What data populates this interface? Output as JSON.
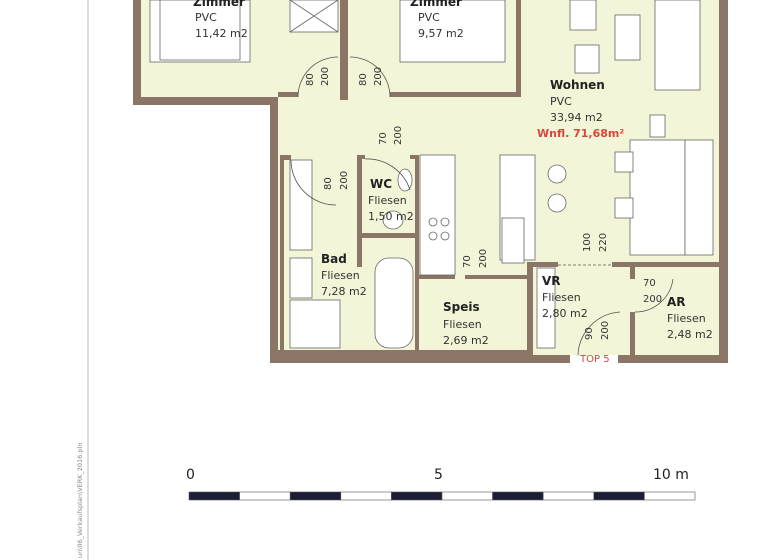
{
  "colors": {
    "floor": "#f3f5d8",
    "wall": "#8a7566",
    "accent": "#d9453a",
    "scale_dark": "#1d1d35"
  },
  "file_path": "un\\06_Verkaufsplan\\VERK_2016.pln",
  "rooms": {
    "zimmer1": {
      "name": "Zimmer",
      "floor": "PVC",
      "area": "11,42 m2"
    },
    "zimmer2": {
      "name": "Zimmer",
      "floor": "PVC",
      "area": "9,57 m2"
    },
    "wohnen": {
      "name": "Wohnen",
      "floor": "PVC",
      "area": "33,94 m2"
    },
    "wc": {
      "name": "WC",
      "floor": "Fliesen",
      "area": "1,50 m2"
    },
    "bad": {
      "name": "Bad",
      "floor": "Fliesen",
      "area": "7,28 m2"
    },
    "speis": {
      "name": "Speis",
      "floor": "Fliesen",
      "area": "2,69 m2"
    },
    "vr": {
      "name": "VR",
      "floor": "Fliesen",
      "area": "2,80 m2"
    },
    "ar": {
      "name": "AR",
      "floor": "Fliesen",
      "area": "2,48 m2"
    }
  },
  "total_area": "Wnfl. 71,68m²",
  "unit_label": "TOP 5",
  "doors": [
    {
      "w": "80",
      "h": "200"
    },
    {
      "w": "80",
      "h": "200"
    },
    {
      "w": "70",
      "h": "200"
    },
    {
      "w": "80",
      "h": "200"
    },
    {
      "w": "70",
      "h": "200"
    },
    {
      "w": "100",
      "h": "220"
    },
    {
      "w": "70",
      "h": "200"
    },
    {
      "w": "90",
      "h": "200"
    }
  ],
  "scale_bar": {
    "labels": [
      "0",
      "5",
      "10 m"
    ],
    "segments": 10
  }
}
